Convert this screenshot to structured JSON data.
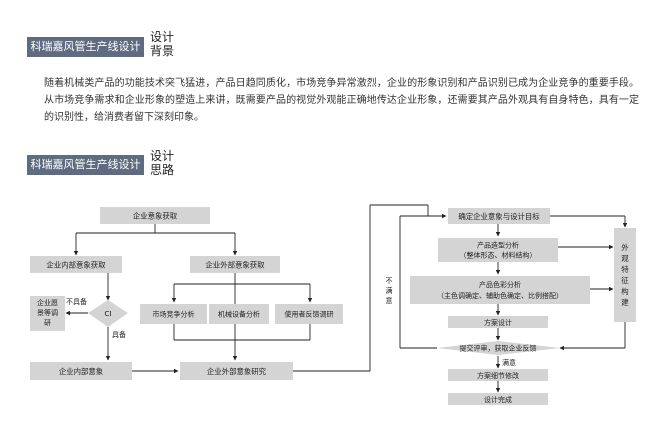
{
  "section1": {
    "banner": "科瑞嘉风管生产线设计",
    "heading_line1": "设计",
    "heading_line2": "背景",
    "paragraph": "随着机械类产品的功能技术突飞猛进，产品日趋同质化，市场竞争异常激烈，企业的形象识别和产品识别已成为企业竞争的重要手段。从市场竞争需求和企业形象的塑造上来讲，既需要产品的视觉外观能正确地传达企业形象，还需要其产品外观具有自身特色，具有一定的识别性，给消费者留下深刻印象。"
  },
  "section2": {
    "banner": "科瑞嘉风管生产线设计",
    "heading_line1": "设计",
    "heading_line2": "思路"
  },
  "flowchart": {
    "left": {
      "acquire": "企业意象获取",
      "internal_acquire": "企业内部意象获取",
      "external_acquire": "企业外部意象获取",
      "wishes": [
        "企业愿",
        "景等调",
        "研"
      ],
      "ci": "CI",
      "not_have": "不具备",
      "have": "具备",
      "market": "市场竞争分析",
      "equipment": "机械设备分析",
      "user": "使用者反馈调研",
      "internal": "企业内部意象",
      "external_research": "企业外部意象研究"
    },
    "right": {
      "confirm": "确定企业意象与设计目标",
      "shape": [
        "产品造型分析",
        "（整体形态、材料结构）"
      ],
      "color": [
        "产品色彩分析",
        "（主色调确定、辅助色确定、比例搭配）"
      ],
      "scheme": "方案设计",
      "review": "提交评审，获取企业反馈",
      "satisfied": "满意",
      "unsatisfied": [
        "不",
        "满",
        "意"
      ],
      "detail": "方案细节修改",
      "done": "设计完成",
      "feature": [
        "外",
        "观",
        "特",
        "征",
        "构",
        "建"
      ]
    }
  }
}
